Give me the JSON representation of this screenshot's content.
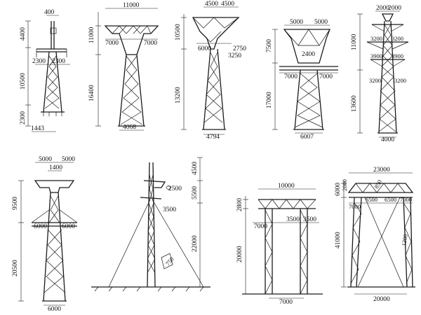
{
  "tower1": {
    "top_width": "400",
    "dim_upper": "4400",
    "dim_middle": "10500",
    "dim_lower": "2300",
    "arm_left": "2300",
    "arm_right": "2300",
    "base": "1443"
  },
  "tower2": {
    "top_width": "11000",
    "dim_upper": "11000",
    "dim_lower": "16400",
    "arm_left": "7000",
    "arm_right": "7000",
    "base": "4068"
  },
  "tower3": {
    "top_left": "4500",
    "top_right": "4500",
    "dim_upper": "10500",
    "dim_lower": "13200",
    "arm_left": "6000",
    "arm_right": "2750",
    "arm_inner": "3250",
    "base": "4794"
  },
  "tower4": {
    "top_left": "5000",
    "top_right": "5000",
    "dim_upper": "7500",
    "dim_lower": "17000",
    "mid": "2400",
    "arm_left": "7000",
    "arm_right": "7000",
    "base": "6007"
  },
  "tower5": {
    "top_left": "2000",
    "top_right": "2000",
    "dim_upper": "11000",
    "dim_lower": "13600",
    "a1l": "3200",
    "a1r": "3200",
    "a2l": "3900",
    "a2r": "3900",
    "a3l": "3200",
    "a3r": "3200",
    "base": "4000"
  },
  "tower6": {
    "top_left": "5000",
    "top_right": "5000",
    "mid": "1400",
    "dim_upper": "9500",
    "dim_lower": "20500",
    "arm_left": "6000",
    "arm_right": "6000",
    "base": "6000"
  },
  "tower7": {
    "dim_top": "4500",
    "dim_mid": "5500",
    "dim_lower": "22000",
    "arm_upper": "2500",
    "arm_lower": "3500",
    "section": "750"
  },
  "tower8": {
    "top": "10000",
    "dim_upper": "2800",
    "dim_lower": "20000",
    "arm_left": "7000",
    "arm_mid": "3500",
    "arm_right": "3500",
    "base": "7000"
  },
  "tower9": {
    "top": "23000",
    "dim_upper": "6000",
    "dim_small": "2000",
    "dim_tiny": "850",
    "dim_lower": "41000",
    "a1": "7000",
    "a2": "6500",
    "a3": "6500",
    "a4": "7000",
    "rod": "1200",
    "base": "20000"
  }
}
